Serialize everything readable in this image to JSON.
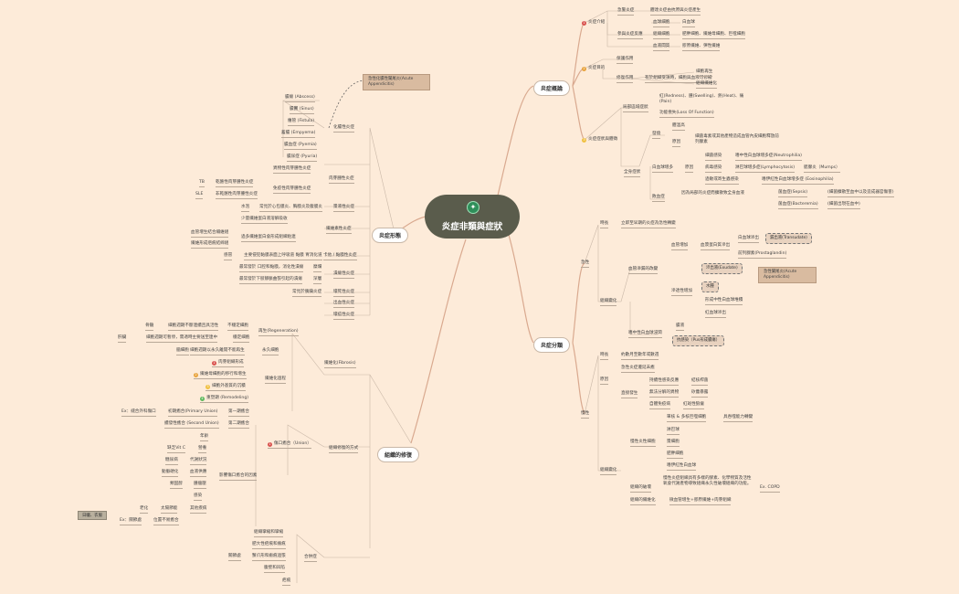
{
  "central_topic": "炎症非類與症狀",
  "main_topics": {
    "overview": "炎症概論",
    "classification": "炎症分類",
    "pathology": "炎症形態",
    "repair": "組織的修復"
  },
  "overview": {
    "intro": "炎症介紹",
    "intro_1": "急警炎症",
    "intro_1a": "體達炎症由抗原與炎症產生",
    "intro_2": "參與炎症反應",
    "intro_2a": "血球細胞",
    "intro_2a1": "白血球",
    "intro_2b": "組織細胞",
    "intro_2b1": "肥胖細胞、纖維母細胞、巨噬細胞",
    "intro_2c": "血液間質",
    "intro_2c1": "膠原纖維、彈性纖維",
    "purpose": "炎症目的",
    "purpose_1": "保護作用",
    "purpose_2": "修復作用",
    "purpose_2a": "有於組織受損時，細胞與血液可修補",
    "purpose_2a1": "細胞再生",
    "purpose_2a2": "組織纖維化",
    "signs": "炎症症狀與體徵",
    "local": "局部區域症狀",
    "local_1": "紅(Redness)、腫(Swelling)、熱(Heat)、痛(Pain)",
    "local_2": "功能喪失(Loss Of Function)",
    "systemic": "全身症狀",
    "fever": "發燒",
    "fever_1": "體溫高",
    "fever_2": "原因",
    "fever_2a": "細菌毒素或其他產物造成血管內皮細胞釋放前列腺素",
    "wbc": "白血球增多",
    "wbc_1": "原因",
    "wbc_1a": "細菌感染",
    "wbc_1a1": "嗜中性白血球增多症(Neutrophilia)",
    "wbc_1b": "病毒感染",
    "wbc_1b1": "淋巴球增多症(Lymphocytosis)",
    "wbc_1b2": "腮腺炎（Mumps）",
    "wbc_1c": "過敏或寄生蟲感染",
    "wbc_1c1": "嗜伊紅性白血球增多症 (Eosinophilia)",
    "sepsis": "敗血症",
    "sepsis_1": "因為局部的炎症而擴散致全身血液",
    "sepsis_2": "菌血症(Sepsis)",
    "sepsis_2a": "(細菌擴散至血中以及造成器官傷害)",
    "sepsis_3": "菌血症(Bacteremia)",
    "sepsis_3a": "(細菌出現在血中)"
  },
  "classification": {
    "acute": "急性",
    "acute_time": "時長",
    "acute_time_1": "立即至早期的炎症為急性轉變",
    "acute_path": "組織變化",
    "exudate": "血管滲漏的改變",
    "exudate_1": "血管增加",
    "exudate_1a": "血漿蛋白質滲出",
    "exudate_1b": "白血球滲出",
    "exudate_1b1": "漏出液(Transudate)",
    "exudate_1c": "前列腺素(Prostaglandin)",
    "exudate_2": "滲透性增加",
    "exudate_2a": "滲出液(Exudate)",
    "exudate_2b": "水腫",
    "exudate_2c": "形成中性白血球堆積",
    "exudate_2d": "紅血球滲出",
    "appendicitis": "急性闌尾炎(Acute Appendicitis)",
    "neutro": "嗜中性白血球浸潤",
    "neutro_1": "膿液",
    "neutro_2": "抗感染（Pus形成膿瘍）",
    "chronic": "慢性",
    "chronic_time": "時長",
    "chronic_time_1": "約數月至數年或數週",
    "chronic_cause": "原因",
    "chronic_cause_1": "急性炎症遷延未癒",
    "chronic_cause_2": "直接發生",
    "chronic_cause_2a": "持續性感染反應",
    "chronic_cause_2a1": "結核桿菌",
    "chronic_cause_2b": "無法分解的異物",
    "chronic_cause_2b1": "矽塵暴露",
    "chronic_cause_2c": "自體免疫病",
    "chronic_cause_2c1": "紅斑性狼瘡",
    "chronic_path": "組織變化",
    "chronic_cell": "慢性炎性細胞",
    "chronic_cell_1": "單核 & 多核巨噬細胞",
    "chronic_cell_1a": "具吞噬能力轉變",
    "chronic_cell_2": "淋巴球",
    "chronic_cell_3": "漿細胞",
    "chronic_cell_4": "肥胖細胞",
    "chronic_cell_5": "嗜伊紅性白血球",
    "chronic_damage": "組織的破壞",
    "chronic_damage_1": "慢性炎症組織具有多樣的酵素、化學物質及活性氧會代謝產物導致組織永久性破壞組織的功能。",
    "chronic_damage_1a": "Ex. COPD",
    "chronic_fibro": "組織的纖維化",
    "chronic_fibro_1": "微血管增生+膠原纖維+肉芽組織"
  },
  "pathology": {
    "suppurative": "化膿性炎症",
    "suppurative_tag": "急性化膿性闌尾炎(Acute Appendicitis)",
    "s1": "膿瘍 (Abscess)",
    "s2": "膿竇 (Sinus)",
    "s3": "瘻管 (Fistula)",
    "s4": "蓄膿 (Empyema)",
    "s5": "膿血症 (Pyemia)",
    "s6": "膿尿症 (Pyuria)",
    "granulo": "肉芽腫性炎症",
    "granulo_1": "異物性肉芽腫性炎症",
    "granulo_2": "免疫性肉芽腫性炎症",
    "granulo_2a": "TB",
    "granulo_2a1": "乾酪性肉芽腫性炎症",
    "granulo_2b": "SLE",
    "granulo_2b1": "非乾酪性肉芽腫性炎症",
    "serous": "漿液性炎症",
    "serous_1": "水泡",
    "serous_2": "常見於心包膜炎、胸膜炎及腹膜炎",
    "fibrinous": "纖維素性炎症",
    "fibrinous_1": "少量纖維蛋白液溶解吸收",
    "fibrinous_2": "過多纖維蛋白會形成組織粘連",
    "fibrinous_2a": "血管增生結合纖維組",
    "fibrinous_2b": "纖維形成疤痕結締組",
    "membranous": "卡他 / 黏膜性炎症",
    "membranous_1": "感冒",
    "membranous_2": "主要侵犯黏膜表面上呼吸道 黏膜 胃消化道",
    "ulcerative": "潰瘍性炎症",
    "ulcerative_1": "最常發於 口腔和黏膜，消化性潰瘍",
    "ulcerative_1a": "糜爛",
    "ulcerative_2": "最常發於下肢靜脈曲張引起的潰瘍",
    "ulcerative_2a": "深層",
    "necrotic": "壞死性炎症",
    "necrotic_1": "常見於胰臟炎症",
    "hemorrhagic": "出血性炎症",
    "gangrenous": "壞疽性炎症"
  },
  "repair": {
    "regeneration": "再生(Regeneration)",
    "regen_1": "不穩定細胞",
    "regen_1a": "細胞週期不斷連續且具活性",
    "regen_1b": "骨髓",
    "regen_2": "穩定細胞",
    "regen_2a": "細胞週期可暫停，需適時主要送至連中",
    "regen_2b": "肝臟",
    "fibrosis": "纖維化(Fibrosis)",
    "fibro_1": "永久細胞",
    "fibro_1a": "細胞週期以永久離開不能再生",
    "fibro_1b": "腦細胞",
    "fibro_2": "纖維化過程",
    "fibro_2a": "肉芽組織形成",
    "fibro_2b": "纖維母細胞的移行和增生",
    "fibro_2c": "細胞外基質的沉積",
    "fibro_2d": "重塑期 (Remodeling)",
    "wound": "組織修復的方式",
    "healing": "傷口癒合（Union）",
    "healing_1": "第一期癒合",
    "healing_1a": "初期癒合(Primary Union)",
    "healing_1b": "Ex：縫合外科傷口",
    "healing_2": "第二期癒合",
    "healing_2a": "續發性癒合 (Second Union)",
    "factors": "影響傷口癒合的因素",
    "f1": "年齡",
    "f2": "營養",
    "f2a": "缺乏Vit C",
    "f3": "代謝狀況",
    "f3a": "糖尿病",
    "f4": "血液供應",
    "f4a": "動脈硬化",
    "f5": "腫瘤壓",
    "f5a": "類固醇",
    "f6": "感染",
    "f7": "其他疾病",
    "f7a": "太陽節能",
    "f7a1": "老化",
    "f7b": "位置不易癒合",
    "f7b1": "Ex：關節處",
    "f7c": "日曬、衣服",
    "complication": "合併症",
    "c1": "組織攣縮和攣縮",
    "c2": "肥大性疤痕和瘢痕",
    "c3": "蟹爪形和瘢痕過張",
    "c3a": "關節處",
    "c4": "腹壁和凹陷",
    "c5": "疤痕"
  },
  "colors": {
    "background": "#fdebd9",
    "root": "#5a5c4c",
    "branch": "#d4a590",
    "tag": "#d9bba0"
  }
}
